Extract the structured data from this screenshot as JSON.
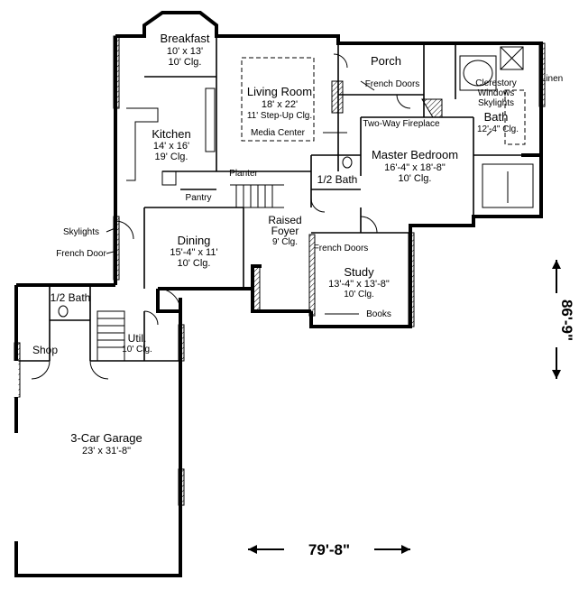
{
  "rooms": {
    "breakfast": {
      "name": "Breakfast",
      "size": "10' x 13'",
      "ceiling": "10' Clg."
    },
    "living": {
      "name": "Living Room",
      "size": "18' x 22'",
      "ceiling": "11' Step-Up Clg."
    },
    "porch": {
      "name": "Porch"
    },
    "kitchen": {
      "name": "Kitchen",
      "size": "14' x 16'",
      "ceiling": "19' Clg."
    },
    "master": {
      "name": "Master Bedroom",
      "size": "16'-4\" x 18'-8\"",
      "ceiling": "10' Clg."
    },
    "bath": {
      "name": "Bath",
      "size": "12'-4\" Clg."
    },
    "half_bath_upper": {
      "name": "1/2 Bath"
    },
    "dining": {
      "name": "Dining",
      "size": "15'-4\" x 11'",
      "ceiling": "10' Clg."
    },
    "foyer": {
      "name": "Raised",
      "name2": "Foyer",
      "ceiling": "9' Clg."
    },
    "study": {
      "name": "Study",
      "size": "13'-4\" x 13'-8\"",
      "ceiling": "10' Clg."
    },
    "half_bath_lower": {
      "name": "1/2 Bath"
    },
    "shop": {
      "name": "Shop"
    },
    "util": {
      "name": "Util.",
      "ceiling": "10' Clg."
    },
    "garage": {
      "name": "3-Car Garage",
      "size": "23' x 31'-8\""
    }
  },
  "labels": {
    "french_doors_porch": "French Doors",
    "clerestory": "Clerestory",
    "windows": "Windows",
    "skylights_bath": "Skylights",
    "linen": "Linen",
    "two_way_fireplace": "Two-Way Fireplace",
    "media_center": "Media Center",
    "planter": "Planter",
    "pantry": "Pantry",
    "skylights_left": "Skylights",
    "french_door_left": "French Door",
    "french_doors_study": "French Doors",
    "books": "Books"
  },
  "dimensions": {
    "width": "79'-8\"",
    "depth": "86'-9\""
  }
}
